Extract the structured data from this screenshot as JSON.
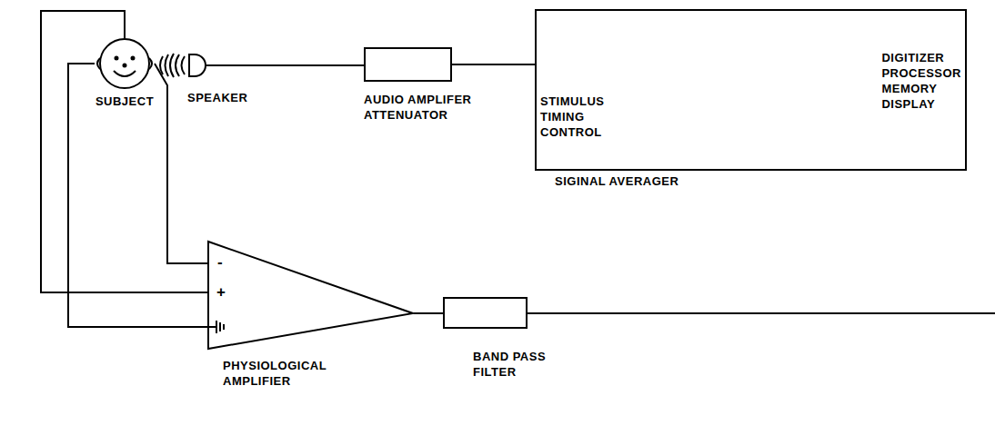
{
  "diagram": {
    "nodes": [
      {
        "text": [
          "SUBJECT"
        ]
      },
      {
        "text": [
          "SPEAKER"
        ]
      },
      {
        "text": [
          "AUDIO AMPLIFER ATTENUATOR"
        ]
      },
      {
        "text": [
          "STIMULUS TIMING CONTROL",
          "DIGITIZER PROCESSOR MEMORY DISPLAY",
          "SIGINAL AVERAGER"
        ]
      },
      {
        "text": [
          "PHYSIOLOGICAL AMPLIFIER"
        ]
      },
      {
        "text": [
          "BAND PASS FILTER"
        ]
      }
    ],
    "edges": [
      {
        "from": 1,
        "to": 2,
        "arrow": "none"
      },
      {
        "from": 2,
        "to": 3,
        "arrow": "none"
      },
      {
        "from": 0,
        "to": 4,
        "arrow": "none"
      },
      {
        "from": 0,
        "to": 4,
        "arrow": "none"
      },
      {
        "from": 0,
        "to": 4,
        "arrow": "none"
      },
      {
        "from": 4,
        "to": 5,
        "arrow": "none"
      }
    ],
    "labels": [
      "-",
      "+"
    ]
  }
}
